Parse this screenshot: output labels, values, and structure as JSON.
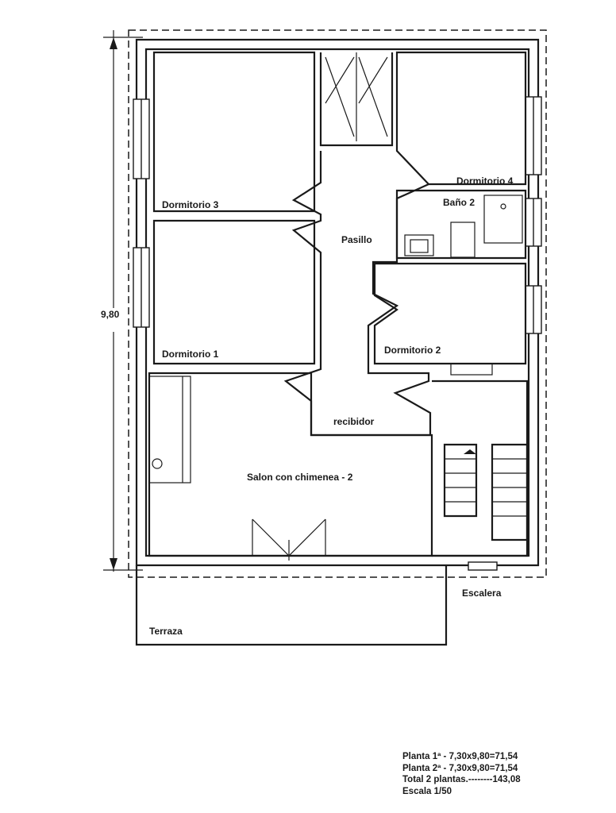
{
  "rooms": {
    "dormitorio_3": "Dormitorio 3",
    "dormitorio_4": "Dormitorio 4",
    "bano_2": "Baño 2",
    "pasillo": "Pasillo",
    "dormitorio_1": "Dormitorio 1",
    "dormitorio_2": "Dormitorio 2",
    "recibidor": "recibidor",
    "salon": "Salon con chimenea - 2",
    "escalera": "Escalera",
    "terraza": "Terraza"
  },
  "dimension": {
    "height_label": "9,80"
  },
  "summary": {
    "planta_1": "Planta 1ª  - 7,30x9,80=71,54",
    "planta_2": "Planta 2ª  - 7,30x9,80=71,54",
    "total": "Total 2 plantas.--------143,08",
    "escala": "Escala 1/50"
  }
}
